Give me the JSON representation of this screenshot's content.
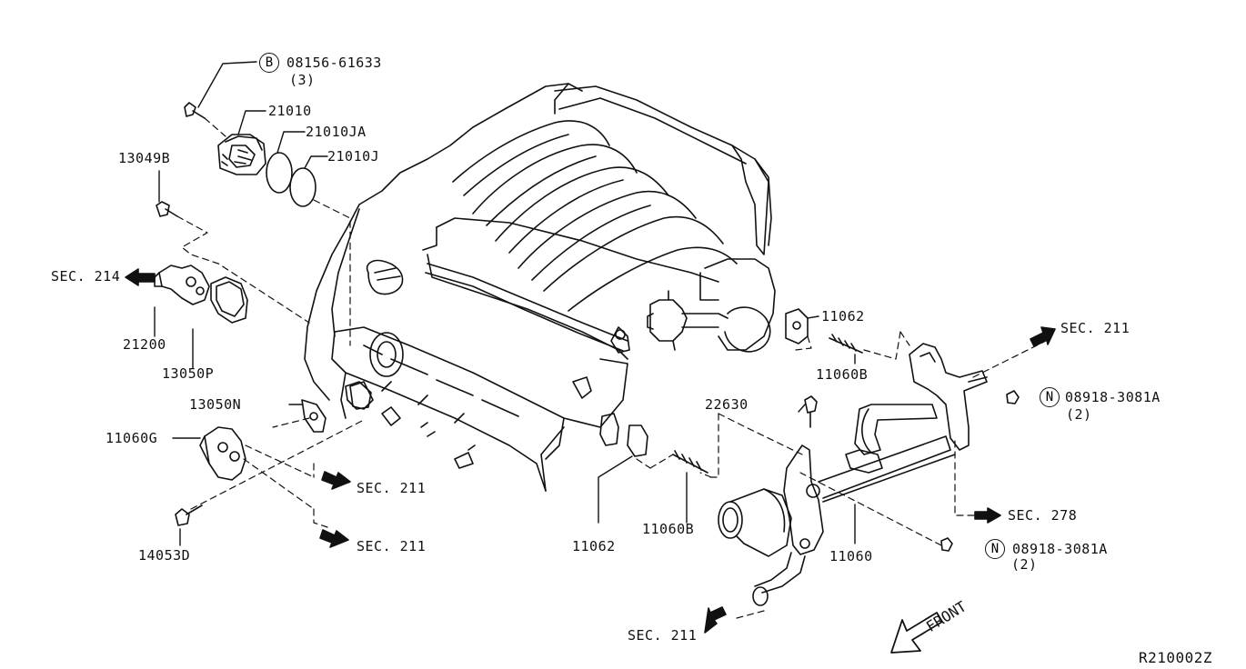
{
  "diagram": {
    "ref_code": "R210002Z",
    "front_label": "FRONT",
    "callouts": {
      "bolt_b_symbol": "B",
      "bolt_b_part": "08156-61633",
      "bolt_b_qty": "(3)",
      "p21010": "21010",
      "p21010JA": "21010JA",
      "p21010J": "21010J",
      "p13049B": "13049B",
      "sec214": "SEC. 214",
      "p21200": "21200",
      "p13050P": "13050P",
      "p13050N": "13050N",
      "p11060G": "11060G",
      "sec211_a": "SEC. 211",
      "sec211_b": "SEC. 211",
      "p14053D": "14053D",
      "p11062_top": "11062",
      "p11060B_top": "11060B",
      "sec211_c": "SEC. 211",
      "nut_n_symbol_1": "N",
      "nut_part_1": "08918-3081A",
      "nut_qty_1": "(2)",
      "p22630": "22630",
      "sec278": "SEC. 278",
      "p11062_bottom": "11062",
      "p11060B_bottom": "11060B",
      "p11060": "11060",
      "nut_n_symbol_2": "N",
      "nut_part_2": "08918-3081A",
      "nut_qty_2": "(2)",
      "sec211_d": "SEC. 211"
    }
  }
}
